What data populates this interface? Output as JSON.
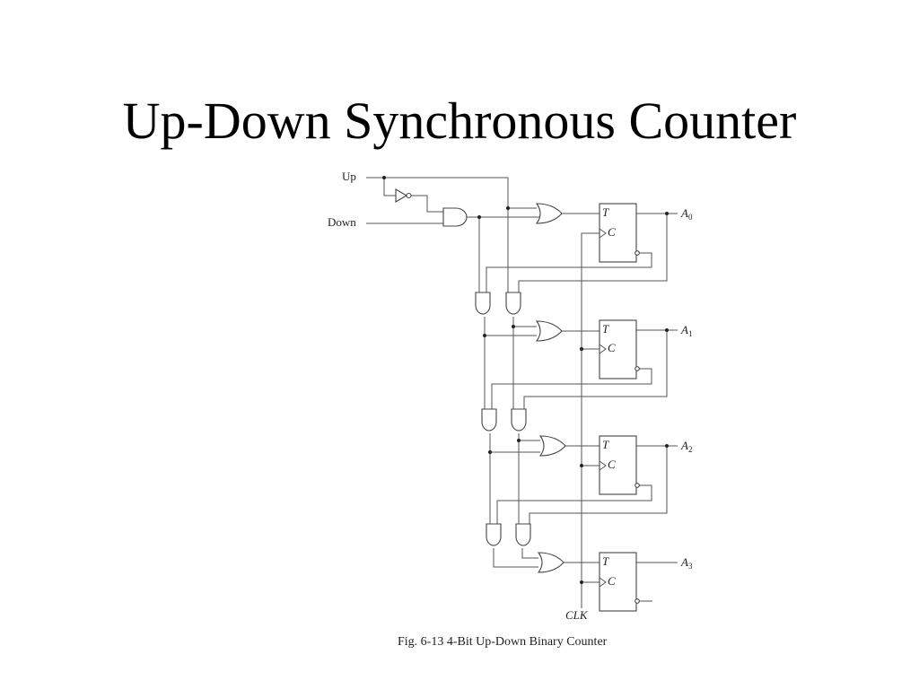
{
  "slide": {
    "title": "Up-Down Synchronous Counter"
  },
  "figure": {
    "caption": "Fig. 6-13  4-Bit Up-Down Binary Counter",
    "inputs": {
      "up": "Up",
      "down": "Down",
      "clock": "CLK"
    },
    "outputs": [
      {
        "name": "A",
        "index": "0"
      },
      {
        "name": "A",
        "index": "1"
      },
      {
        "name": "A",
        "index": "2"
      },
      {
        "name": "A",
        "index": "3"
      }
    ],
    "flip_flop_pins": {
      "t": "T",
      "c": "C"
    }
  }
}
